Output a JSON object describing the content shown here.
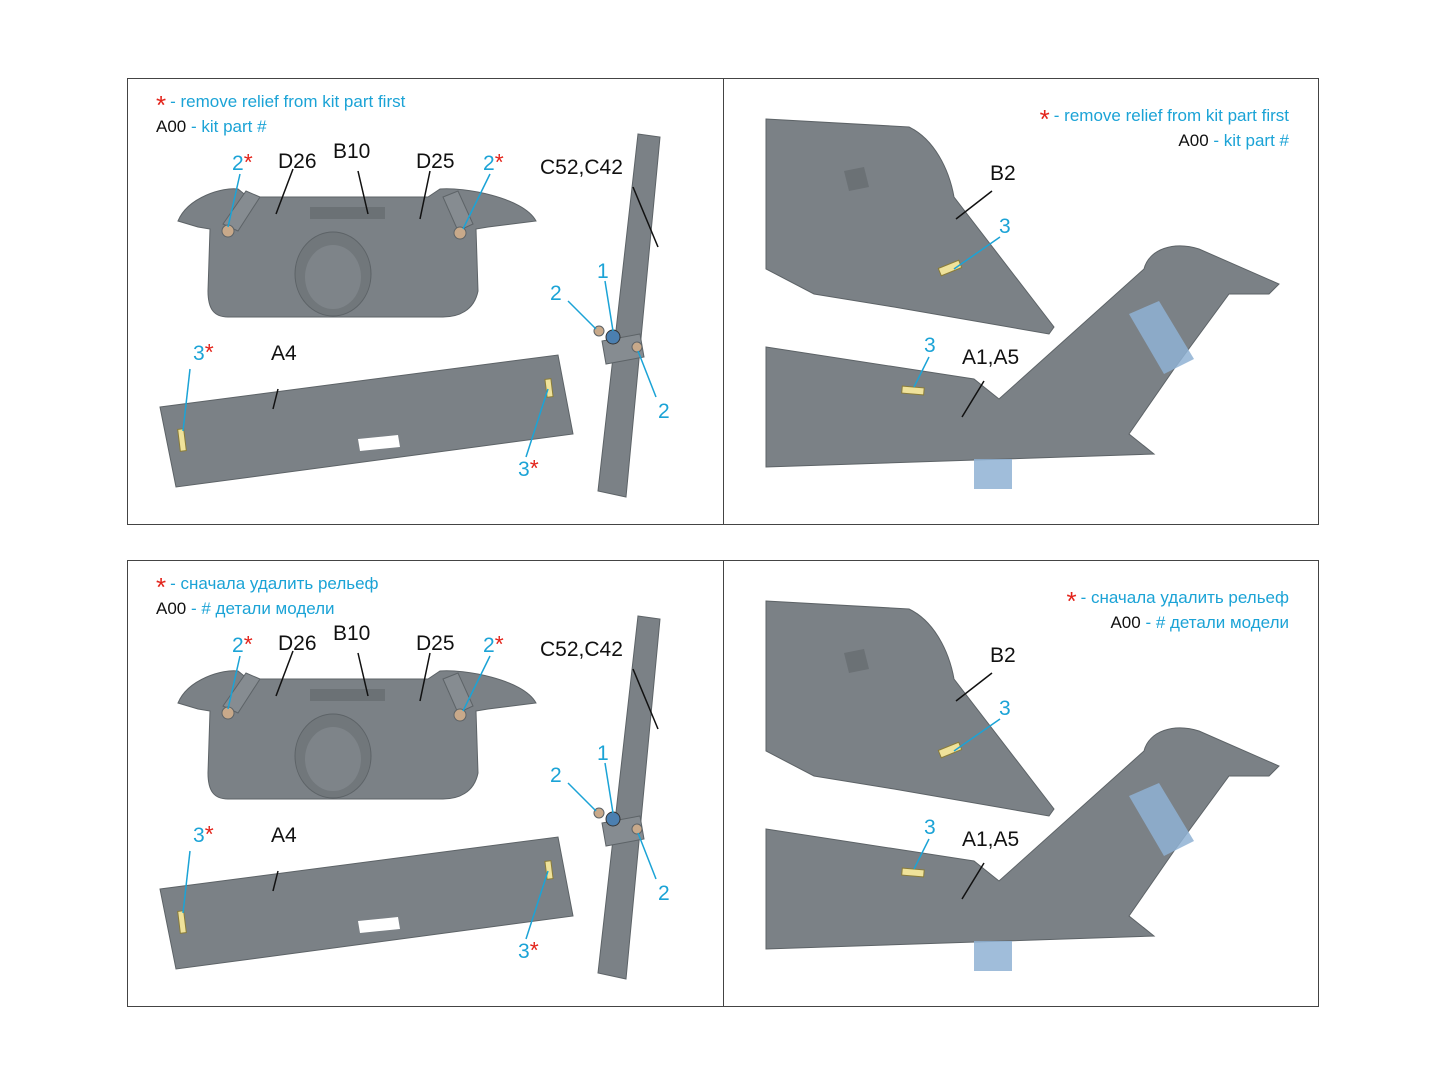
{
  "legend_en": {
    "star": "*",
    "remove_text": "- remove relief from kit part first",
    "part_code": "A00",
    "part_text": "- kit part #"
  },
  "legend_ru": {
    "star": "*",
    "remove_text": "- сначала удалить рельеф",
    "part_code": "A00",
    "part_text": "- # детали модели"
  },
  "labels": {
    "d26": "D26",
    "b10": "B10",
    "d25": "D25",
    "c52_c42": "C52,C42",
    "a4": "A4",
    "b2": "B2",
    "a1_a5": "A1,A5"
  },
  "numbers": {
    "one": "1",
    "two": "2",
    "three": "3",
    "star": "*"
  },
  "colors": {
    "part_gray": "#7b8186",
    "part_dark": "#5d6367",
    "leader_black": "#111111",
    "leader_cyan": "#1ba3d6",
    "star_red": "#e3241b",
    "decal_yellow": "#efe29a",
    "film_blue": "#8fb1d3"
  }
}
